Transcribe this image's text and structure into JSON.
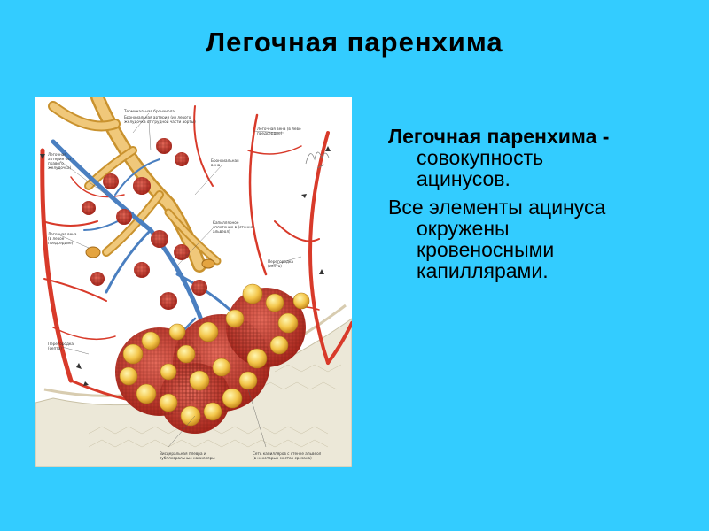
{
  "slide": {
    "title": "Легочная паренхима"
  },
  "content": {
    "p1": {
      "term": "Легочная паренхима -",
      "lines": [
        "совокупность",
        "ацинусов."
      ]
    },
    "p2": {
      "first": "Все элементы  ацинуса",
      "lines": [
        "окружены",
        "кровеносными",
        "капиллярами."
      ]
    }
  },
  "figure": {
    "labels": {
      "terminal_bronchiole": "Терминальная бронхиола",
      "bronchial_artery": "Бронхиальная артерия (из левого",
      "bronchial_artery_2": "желудочка от грудной части аорты)",
      "pulm_vein_top": "Легочная вена (в лево",
      "pulm_vein_top_2": "предсердие)",
      "pulm_artery": "Легочная",
      "pulm_artery_2": "артерия (из",
      "pulm_artery_3": "правого",
      "pulm_artery_4": "желудочка)",
      "bronchial_vein": "Бронхиальная",
      "bronchial_vein_2": "вена",
      "capillary_plexus": "Капиллярное",
      "capillary_plexus_2": "сплетение в (стенке",
      "capillary_plexus_3": "альвеол)",
      "pulm_vein_left": "Легочная вена",
      "pulm_vein_left_2": "(в левое",
      "pulm_vein_left_3": "предсердие)",
      "septum_right": "Перегородка",
      "septum_right_2": "(септа)",
      "septum_left": "Перегородка",
      "septum_left_2": "(септа)",
      "visceral_pleura": "Висцеральная плевра и",
      "visceral_pleura_2": "субплевральные капилляры",
      "capillary_net": "Сеть капилляров с стенке альвеол",
      "capillary_net_2": "(в некоторых местах срезана)"
    }
  }
}
